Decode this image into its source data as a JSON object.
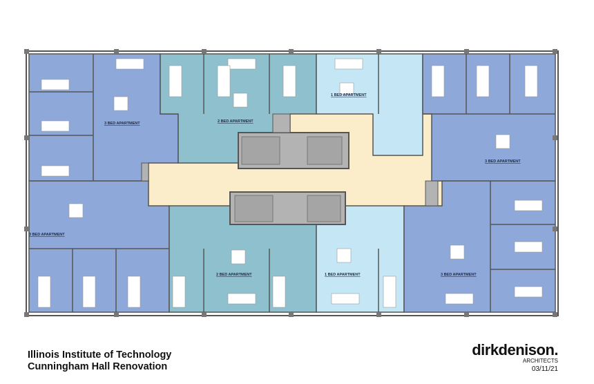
{
  "plan": {
    "colors": {
      "three_bed": "#8ea8d9",
      "two_bed": "#8fc0cd",
      "one_bed": "#c5e7f5",
      "corridor": "#fbecca",
      "core": "#b3b3b3",
      "wall": "#555555"
    },
    "labels": {
      "top_left": "3 BED APARTMENT",
      "top_2bed": "2 BED APARTMENT",
      "top_1bed": "1 BED APARTMENT",
      "right_3bed": "3 BED APARTMENT",
      "left_3bed": "3 BED APARTMENT",
      "bottom_2bed": "2 BED APARTMENT",
      "bottom_1bed": "1 BED APARTMENT",
      "bottom_3bed": "3 BED APARTMENT"
    }
  },
  "footer": {
    "line1": "Illinois Institute of Technology",
    "line2": "Cunningham Hall Renovation"
  },
  "logo": {
    "brand": "dirkdenison.",
    "subtitle": "ARCHITECTS",
    "date": "03/11/21"
  }
}
